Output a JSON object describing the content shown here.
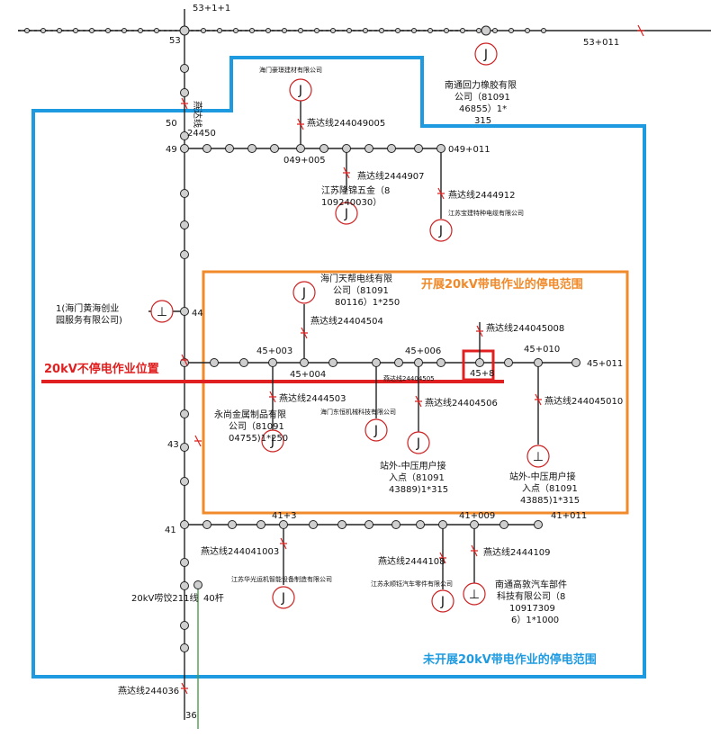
{
  "colors": {
    "blue_border": "#1e9be0",
    "orange_border": "#f08a2a",
    "red_marker": "#e02020",
    "pole_fill": "#cfcfcf",
    "line": "#222222"
  },
  "labels": {
    "orange_area_caption": "开展20kV带电作业的停电范围",
    "blue_area_caption": "未开展20kV带电作业的停电范围",
    "position_caption": "20kV不停电作业位置"
  },
  "poles": {
    "p53": "53",
    "p53_1": "53+1+1",
    "p53_011": "53+011",
    "p50": "50",
    "p24450": "24450",
    "p49": "49",
    "p049_005": "049+005",
    "p049_011": "049+011",
    "p44": "44",
    "p45_003": "45+003",
    "p45_004": "45+004",
    "p45_006": "45+006",
    "p45_8": "45+8",
    "p45_010": "45+010",
    "p45_011": "45+011",
    "p43": "43",
    "p41": "41",
    "p41_3": "41+3",
    "p41_009": "41+009",
    "p41_011": "41+011",
    "p40": "40杆",
    "p36": "36"
  },
  "lines": {
    "yanda_vertical": "燕达线",
    "yanda_244049005": "燕达线244049005",
    "yanda_2444907": "燕达线2444907",
    "yanda_2444912": "燕达线2444912",
    "yanda_24404504": "燕达线24404504",
    "yanda_244045008": "燕达线244045008",
    "yanda_2444503": "燕达线2444503",
    "yanda_24404505": "燕达线24404505",
    "yanda_24404506": "燕达线24404506",
    "yanda_244045010": "燕达线244045010",
    "yanda_244041003": "燕达线244041003",
    "yanda_2444108": "燕达线2444108",
    "yanda_2444109": "燕达线2444109",
    "yanda_244036": "燕达线244036",
    "branch_20kv": "20kV唠饺211线"
  },
  "customers": {
    "haimen_haomu": "海门豪璟建材有限公司",
    "nantong_huili": [
      "南通回力橡胶有限",
      "公司（81091",
      "46855）1*",
      "315"
    ],
    "jiangsu_longjin": [
      "江苏隆锦五金（8",
      "109240030）"
    ],
    "jiangsu_baojian": "江苏宝建特种电缆有限公司",
    "haimen_huanghai": [
      "1(海门黄海创业",
      "园服务有限公司)"
    ],
    "haimen_tianbang": [
      "海门天帮电线有限",
      "公司（81091",
      "80116）1*250"
    ],
    "yongshang": [
      "永尚金属制品有限",
      "公司（81091",
      "04755)1*250"
    ],
    "haimen_dongheng": "海门东恒机械科技有限公司",
    "zhanwai_1": [
      "站外-中压用户接",
      "入点（81091",
      "43889)1*315"
    ],
    "zhanwai_2": [
      "站外-中压用户接",
      "入点（81091",
      "43885)1*315"
    ],
    "jiangsu_huaguang": "江苏华光运机智能设备制造有限公司",
    "jiangsu_yongshun": "江苏永顺钰汽车零件有限公司",
    "nantong_gaomin": [
      "南通高敦汽车部件",
      "科技有限公司（8",
      "10917309",
      "6）1*1000"
    ]
  },
  "symbols": {
    "transformer_letter": "J",
    "grounded_symbol": "⊥"
  }
}
